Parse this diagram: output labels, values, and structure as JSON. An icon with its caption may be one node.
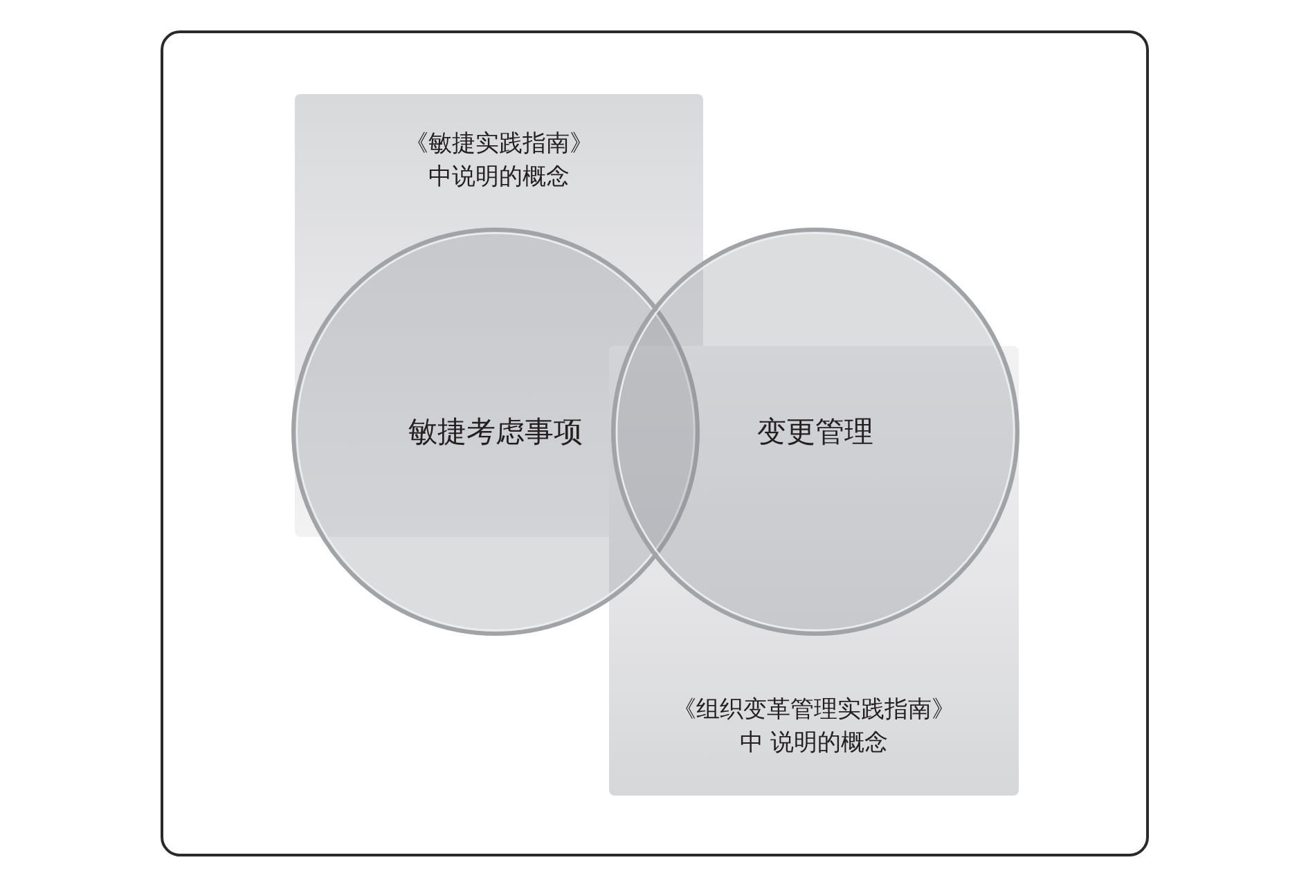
{
  "diagram": {
    "nodes": [
      {
        "text": [
          "《敏捷实践指南》中说明的概念"
        ]
      },
      {
        "text": [
          "敏捷考虑事项"
        ]
      },
      {
        "text": [
          "变更管理"
        ]
      },
      {
        "text": [
          "《组织变革管理实践指南》中 说明的概念"
        ]
      }
    ]
  }
}
